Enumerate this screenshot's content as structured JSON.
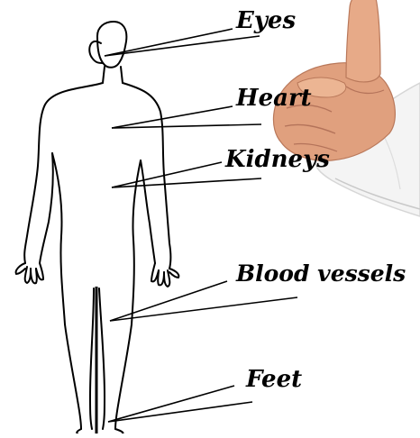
{
  "labels": {
    "eyes": "Eyes",
    "heart": "Heart",
    "kidneys": "Kidneys",
    "blood_vessels": "Blood vessels",
    "feet": "Feet"
  },
  "colors": {
    "outline": "#000000",
    "skin": "#e0a07e",
    "sleeve": "#f4f4f4",
    "background": "#ffffff"
  },
  "icons": {
    "body": "human-body-outline-icon",
    "hand": "pointing-hand-icon"
  }
}
